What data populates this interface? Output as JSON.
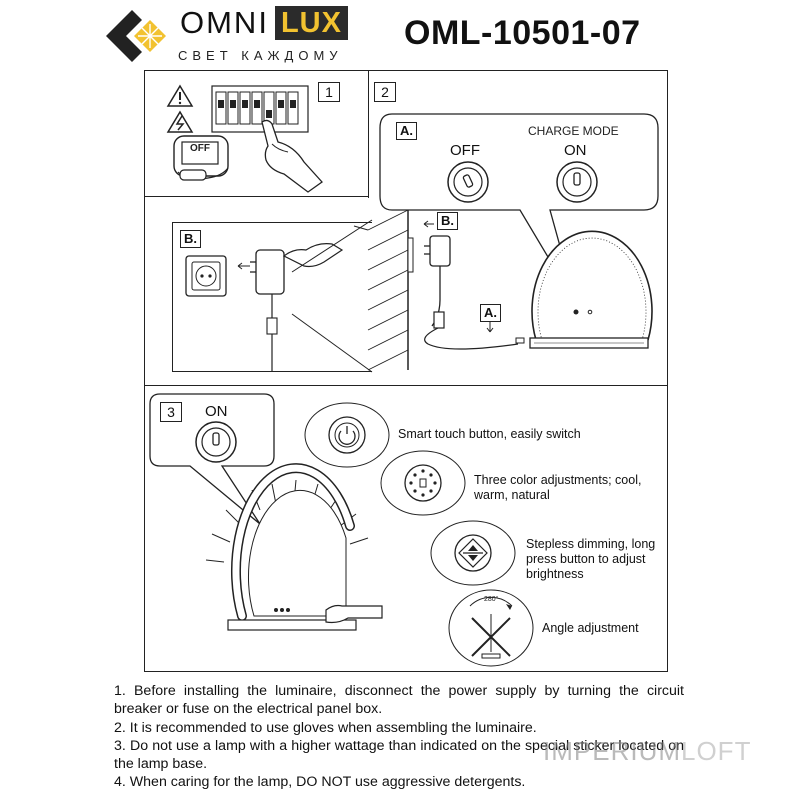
{
  "header": {
    "brand_left": "OMNI",
    "brand_right": "LUX",
    "tagline": "СВЕТ КАЖДОМУ",
    "model": "OML-10501-07"
  },
  "steps": {
    "s1": "1",
    "s2": "2",
    "s3": "3"
  },
  "step1": {
    "off_label": "OFF"
  },
  "step2": {
    "tag_a": "A.",
    "charge_mode": "CHARGE MODE",
    "off": "OFF",
    "on": "ON",
    "tag_b_small": "B.",
    "tag_b_large": "B.",
    "tag_a_small": "A."
  },
  "step3": {
    "on": "ON"
  },
  "features": [
    {
      "label": "Smart touch button, easily switch"
    },
    {
      "label": "Three color adjustments; cool, warm, natural"
    },
    {
      "label": "Stepless dimming, long press button to adjust brightness"
    },
    {
      "label": "Angle adjustment"
    }
  ],
  "angle_value": "280°",
  "notes": [
    "1. Before installing the luminaire, disconnect the power supply by turning the circuit breaker or fuse on the electrical panel box.",
    "2. It is recommended to use gloves when assembling the luminaire.",
    "3. Do not use a lamp with a higher wattage than indicated on the special sticker located on the lamp base.",
    "4. When caring for the lamp, DO NOT use aggressive detergents."
  ],
  "watermark": {
    "left": "IMPERIUM",
    "right": "LOFT"
  },
  "colors": {
    "accent": "#f2c230",
    "ink": "#222222",
    "brand_dark": "#2b2b2b"
  }
}
